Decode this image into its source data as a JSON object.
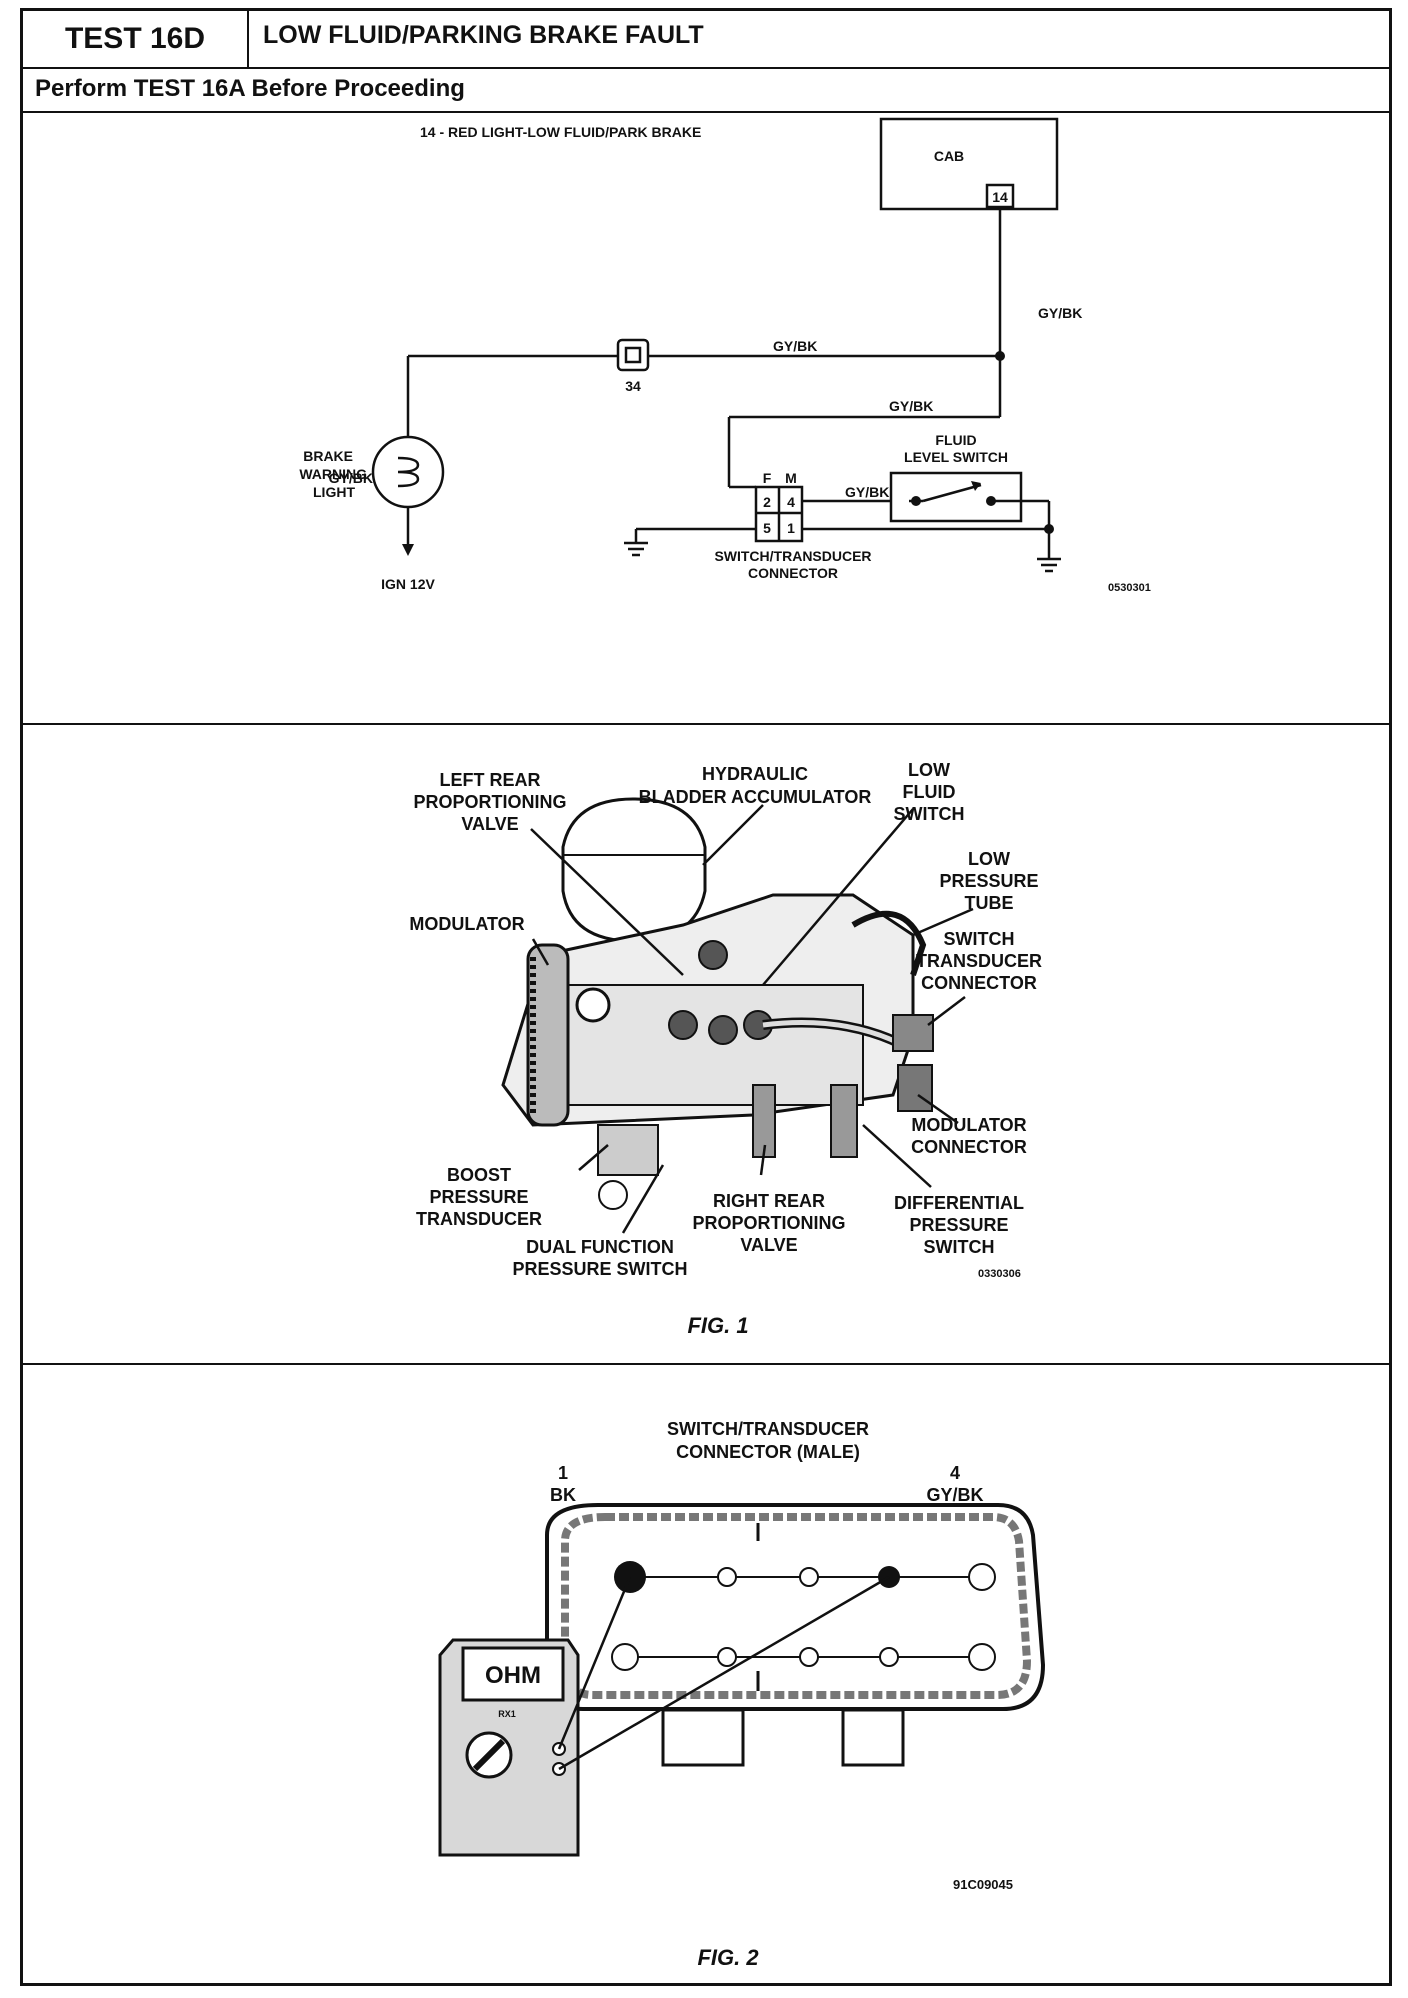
{
  "header": {
    "test_id": "TEST 16D",
    "title": "LOW FLUID/PARKING BRAKE FAULT",
    "instruction": "Perform TEST 16A Before Proceeding"
  },
  "schematic": {
    "circuit_label": "14 - RED LIGHT-LOW FLUID/PARK BRAKE",
    "cab": {
      "name": "CAB",
      "pin": "14"
    },
    "wire_labels": [
      "GY/BK",
      "GY/BK",
      "GY/BK",
      "GY/BK",
      "GY/BK"
    ],
    "splice_number": "34",
    "brake_light_label": [
      "BRAKE",
      "WARNING",
      "LIGHT"
    ],
    "power_label": "IGN 12V",
    "connector": {
      "f_label": "F",
      "m_label": "M",
      "pins": [
        "2",
        "4",
        "5",
        "1"
      ],
      "label": [
        "SWITCH/TRANSDUCER",
        "CONNECTOR"
      ]
    },
    "fluid_switch_label": [
      "FLUID",
      "LEVEL SWITCH"
    ],
    "figure_code": "0530301"
  },
  "fig1": {
    "callouts": {
      "left_rear_valve": [
        "LEFT REAR",
        "PROPORTIONING",
        "VALVE"
      ],
      "accumulator": [
        "HYDRAULIC",
        "BLADDER ACCUMULATOR"
      ],
      "low_fluid_switch": [
        "LOW",
        "FLUID",
        "SWITCH"
      ],
      "low_pressure_tube": [
        "LOW",
        "PRESSURE",
        "TUBE"
      ],
      "modulator": [
        "MODULATOR"
      ],
      "switch_transducer_connector": [
        "SWITCH",
        "TRANSDUCER",
        "CONNECTOR"
      ],
      "modulator_connector": [
        "MODULATOR",
        "CONNECTOR"
      ],
      "boost_pressure_transducer": [
        "BOOST",
        "PRESSURE",
        "TRANSDUCER"
      ],
      "right_rear_valve": [
        "RIGHT REAR",
        "PROPORTIONING",
        "VALVE"
      ],
      "differential_pressure_switch": [
        "DIFFERENTIAL",
        "PRESSURE",
        "SWITCH"
      ],
      "dual_function_switch": [
        "DUAL FUNCTION",
        "PRESSURE SWITCH"
      ]
    },
    "figure_code": "0330306",
    "caption": "FIG. 1"
  },
  "fig2": {
    "title": [
      "SWITCH/TRANSDUCER",
      "CONNECTOR (MALE)"
    ],
    "pin1": {
      "number": "1",
      "wire": "BK"
    },
    "pin4": {
      "number": "4",
      "wire": "GY/BK"
    },
    "meter_display": "OHM",
    "meter_range": "RX1",
    "figure_code": "91C09045",
    "caption": "FIG. 2"
  }
}
